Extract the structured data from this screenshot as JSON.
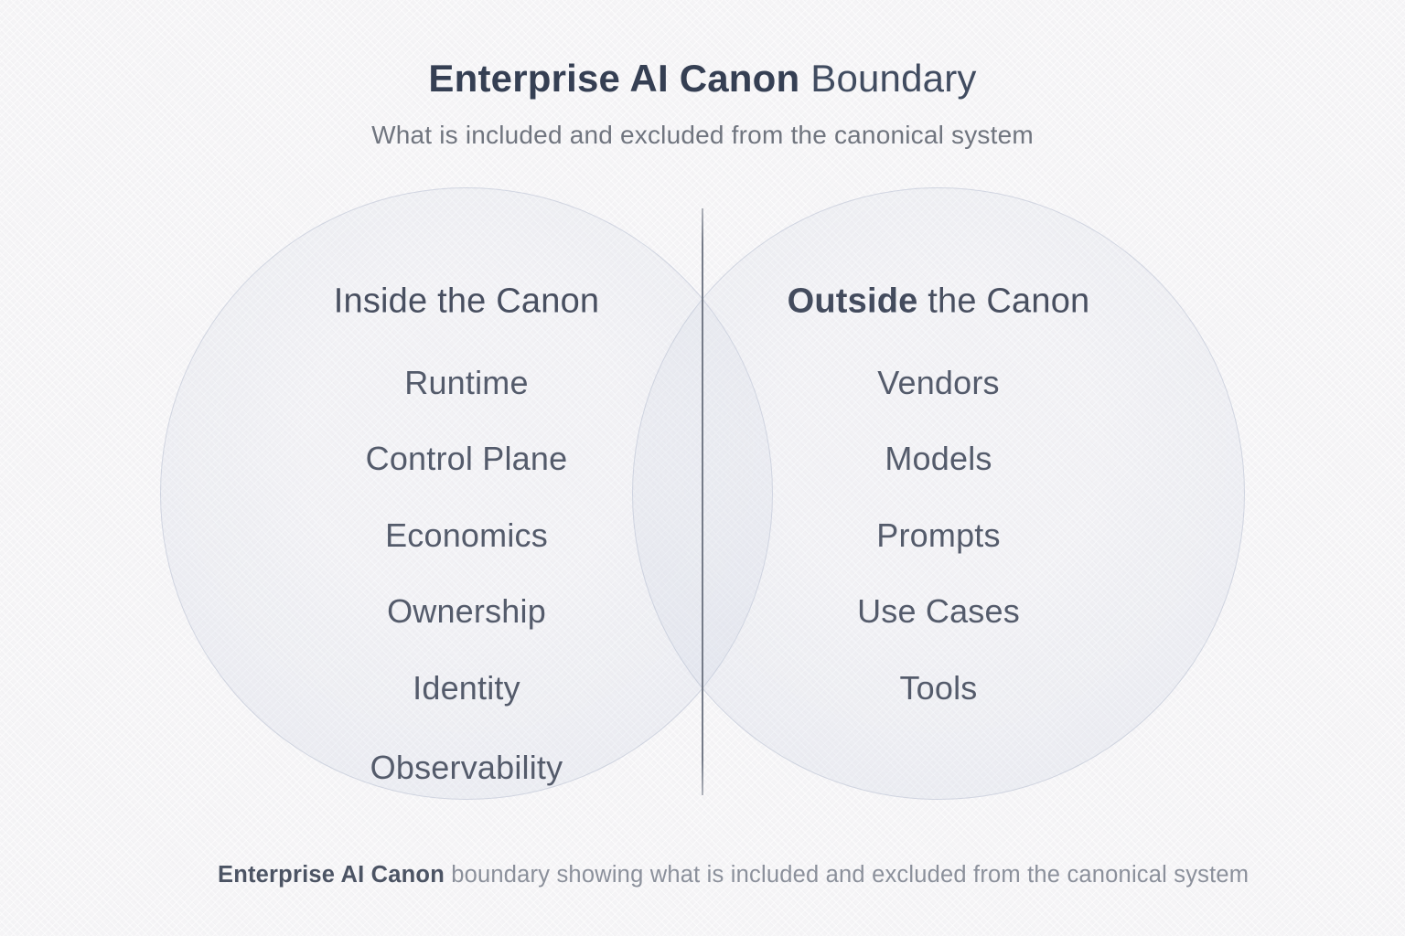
{
  "header": {
    "title_bold": "Enterprise AI Canon",
    "title_rest": " Boundary",
    "subtitle": "What is included and excluded from the canonical system"
  },
  "venn": {
    "inside": {
      "heading_bold": "",
      "heading_rest": "Inside the Canon",
      "items": [
        "Runtime",
        "Control Plane",
        "Economics",
        "Ownership",
        "Identity",
        "Observability"
      ]
    },
    "outside": {
      "heading_bold": "Outside",
      "heading_rest": " the Canon",
      "items": [
        "Vendors",
        "Models",
        "Prompts",
        "Use Cases",
        "Tools"
      ]
    }
  },
  "caption": {
    "bold": "Enterprise AI Canon",
    "rest": " boundary showing what is included and excluded from the canonical system"
  },
  "colors": {
    "background": "#f5f4f6",
    "title": "#353f53",
    "subtitle": "#70757f",
    "heading_text": "#484f60",
    "item_text": "#545b6b",
    "circle_fill": "#eaedf3",
    "circle_border": "#c6cddc",
    "divider": "#747a87",
    "caption_bold": "#4c5464",
    "caption_muted": "#8b909b"
  }
}
